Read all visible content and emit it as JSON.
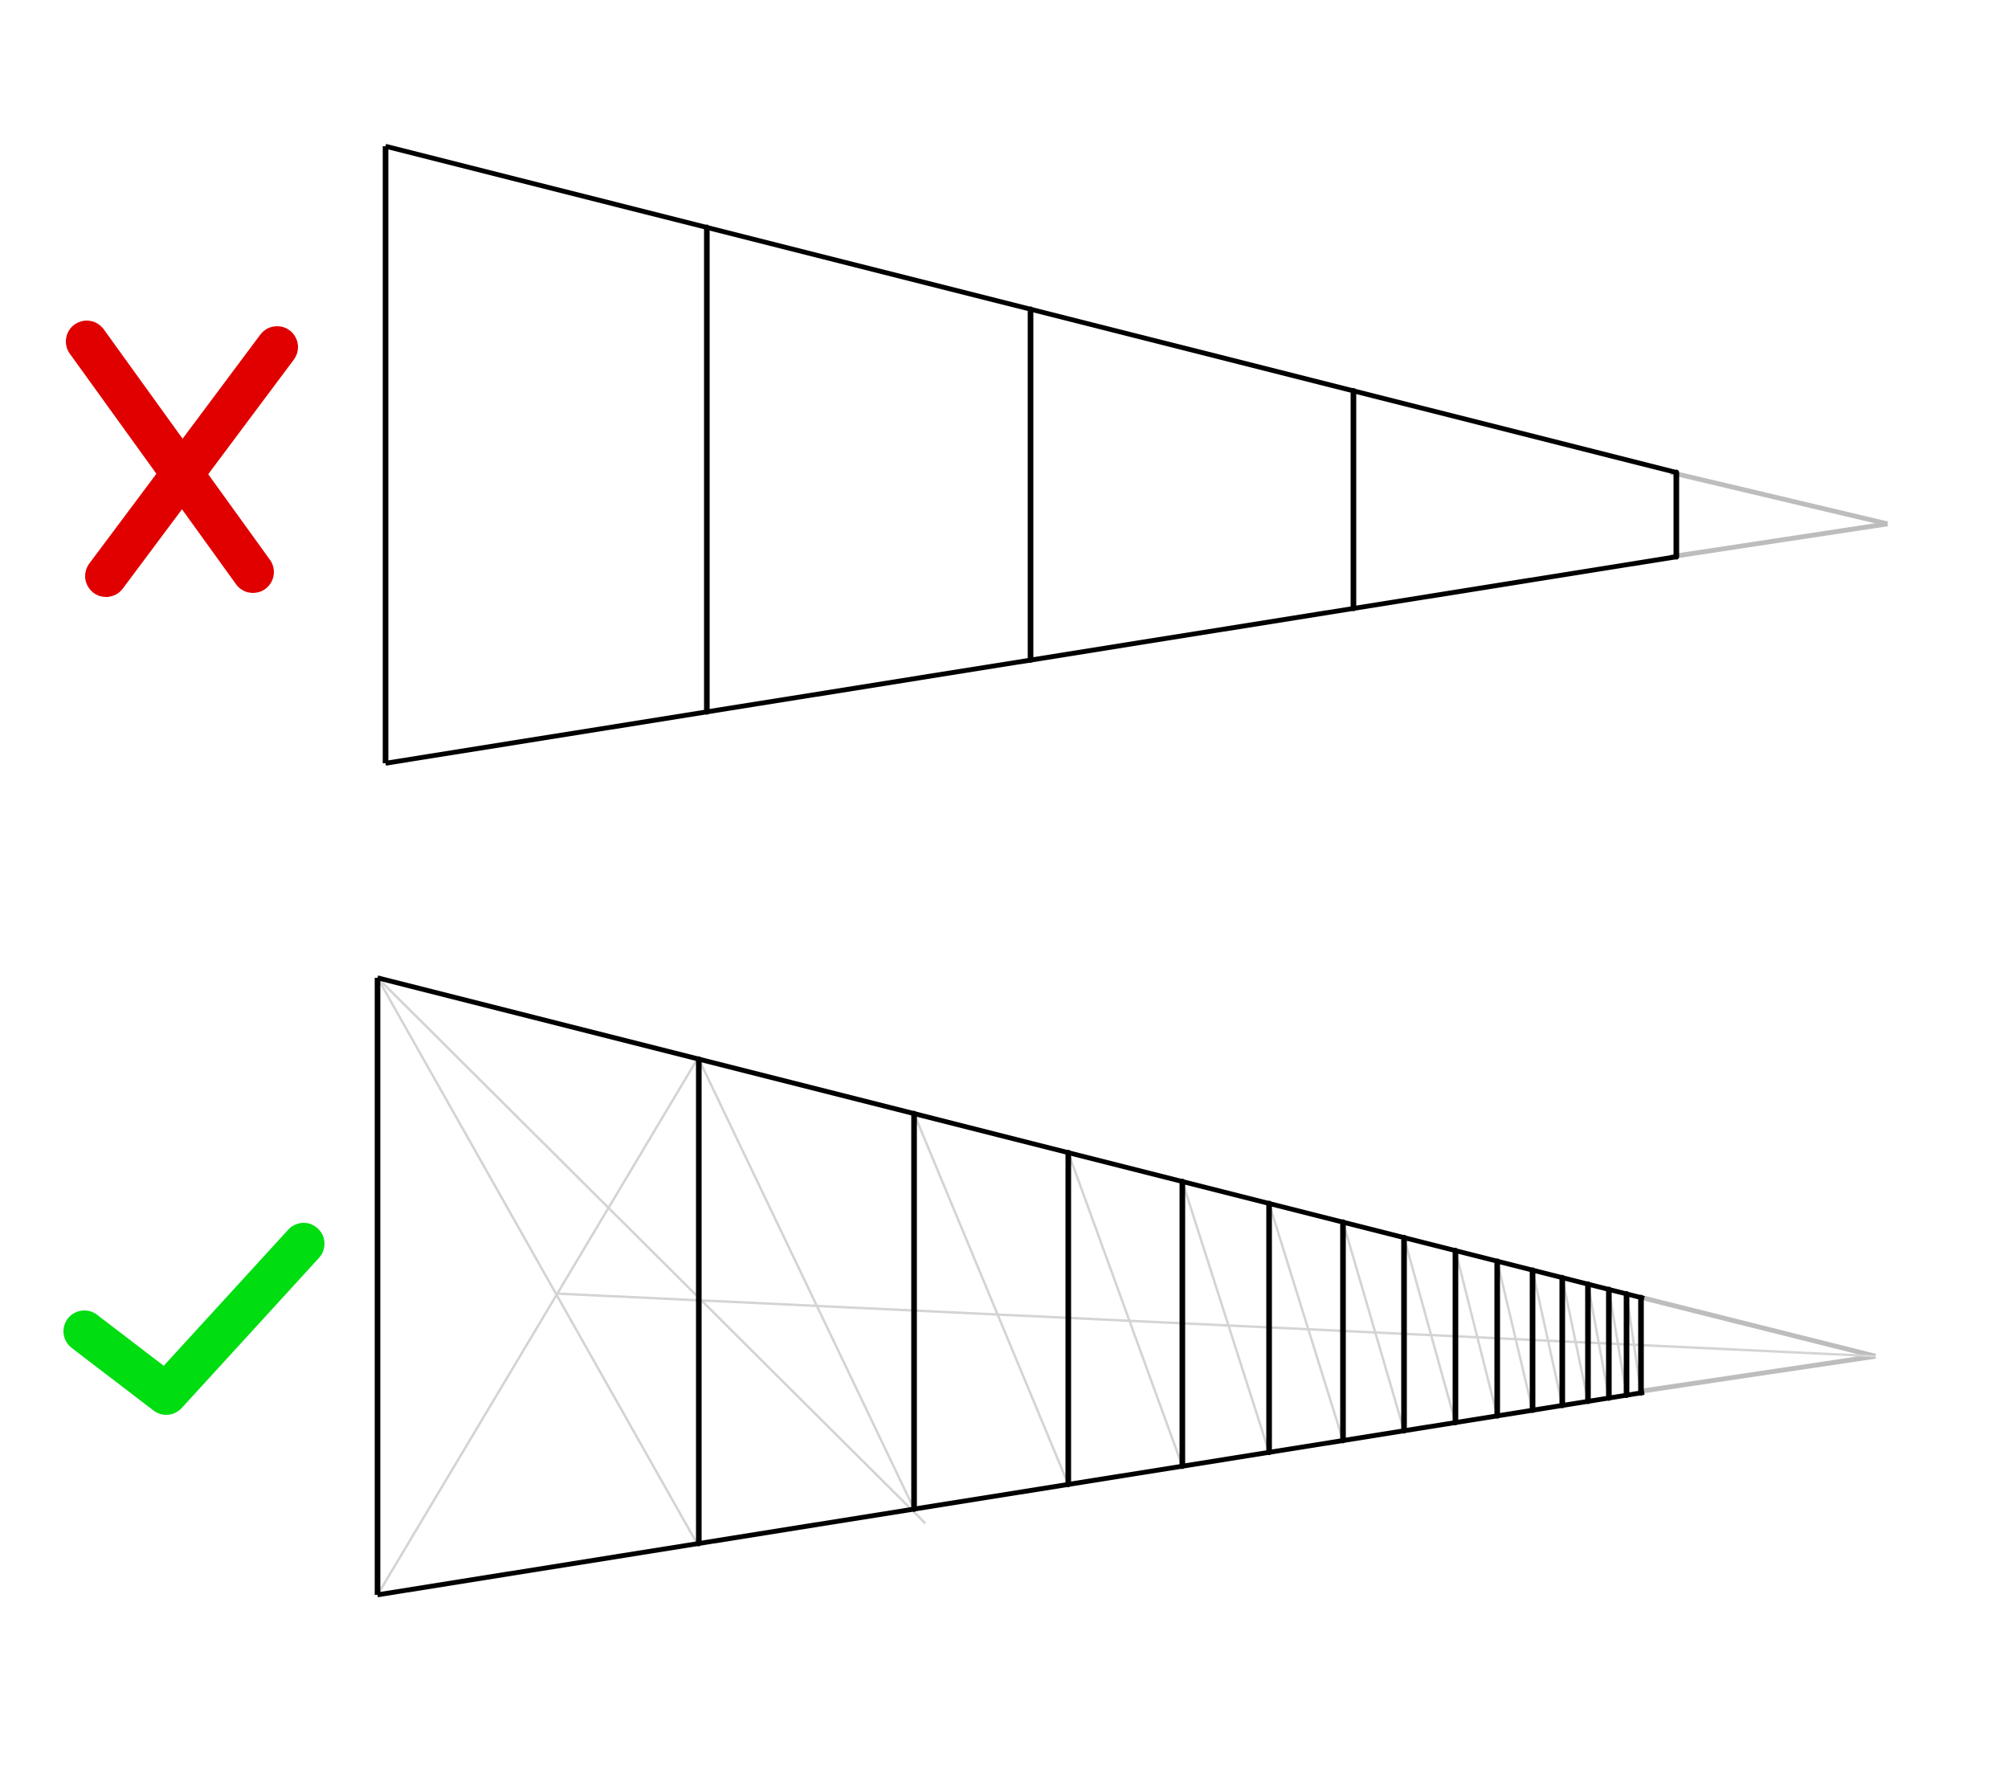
{
  "colors": {
    "background": "#ffffff",
    "stroke": "#000000",
    "vanishing_guide": "#bdbdbd",
    "construction_guide": "#d4d4d4",
    "wrong_mark": "#e00000",
    "correct_mark": "#00dd11"
  },
  "icons": {
    "wrong": "cross-icon",
    "correct": "check-icon"
  },
  "examples": [
    {
      "verdict": "incorrect",
      "spacing": "equal",
      "divider_count": 4
    },
    {
      "verdict": "correct",
      "spacing": "diminishing",
      "divider_count": 15,
      "construction_diagonals": true
    }
  ]
}
